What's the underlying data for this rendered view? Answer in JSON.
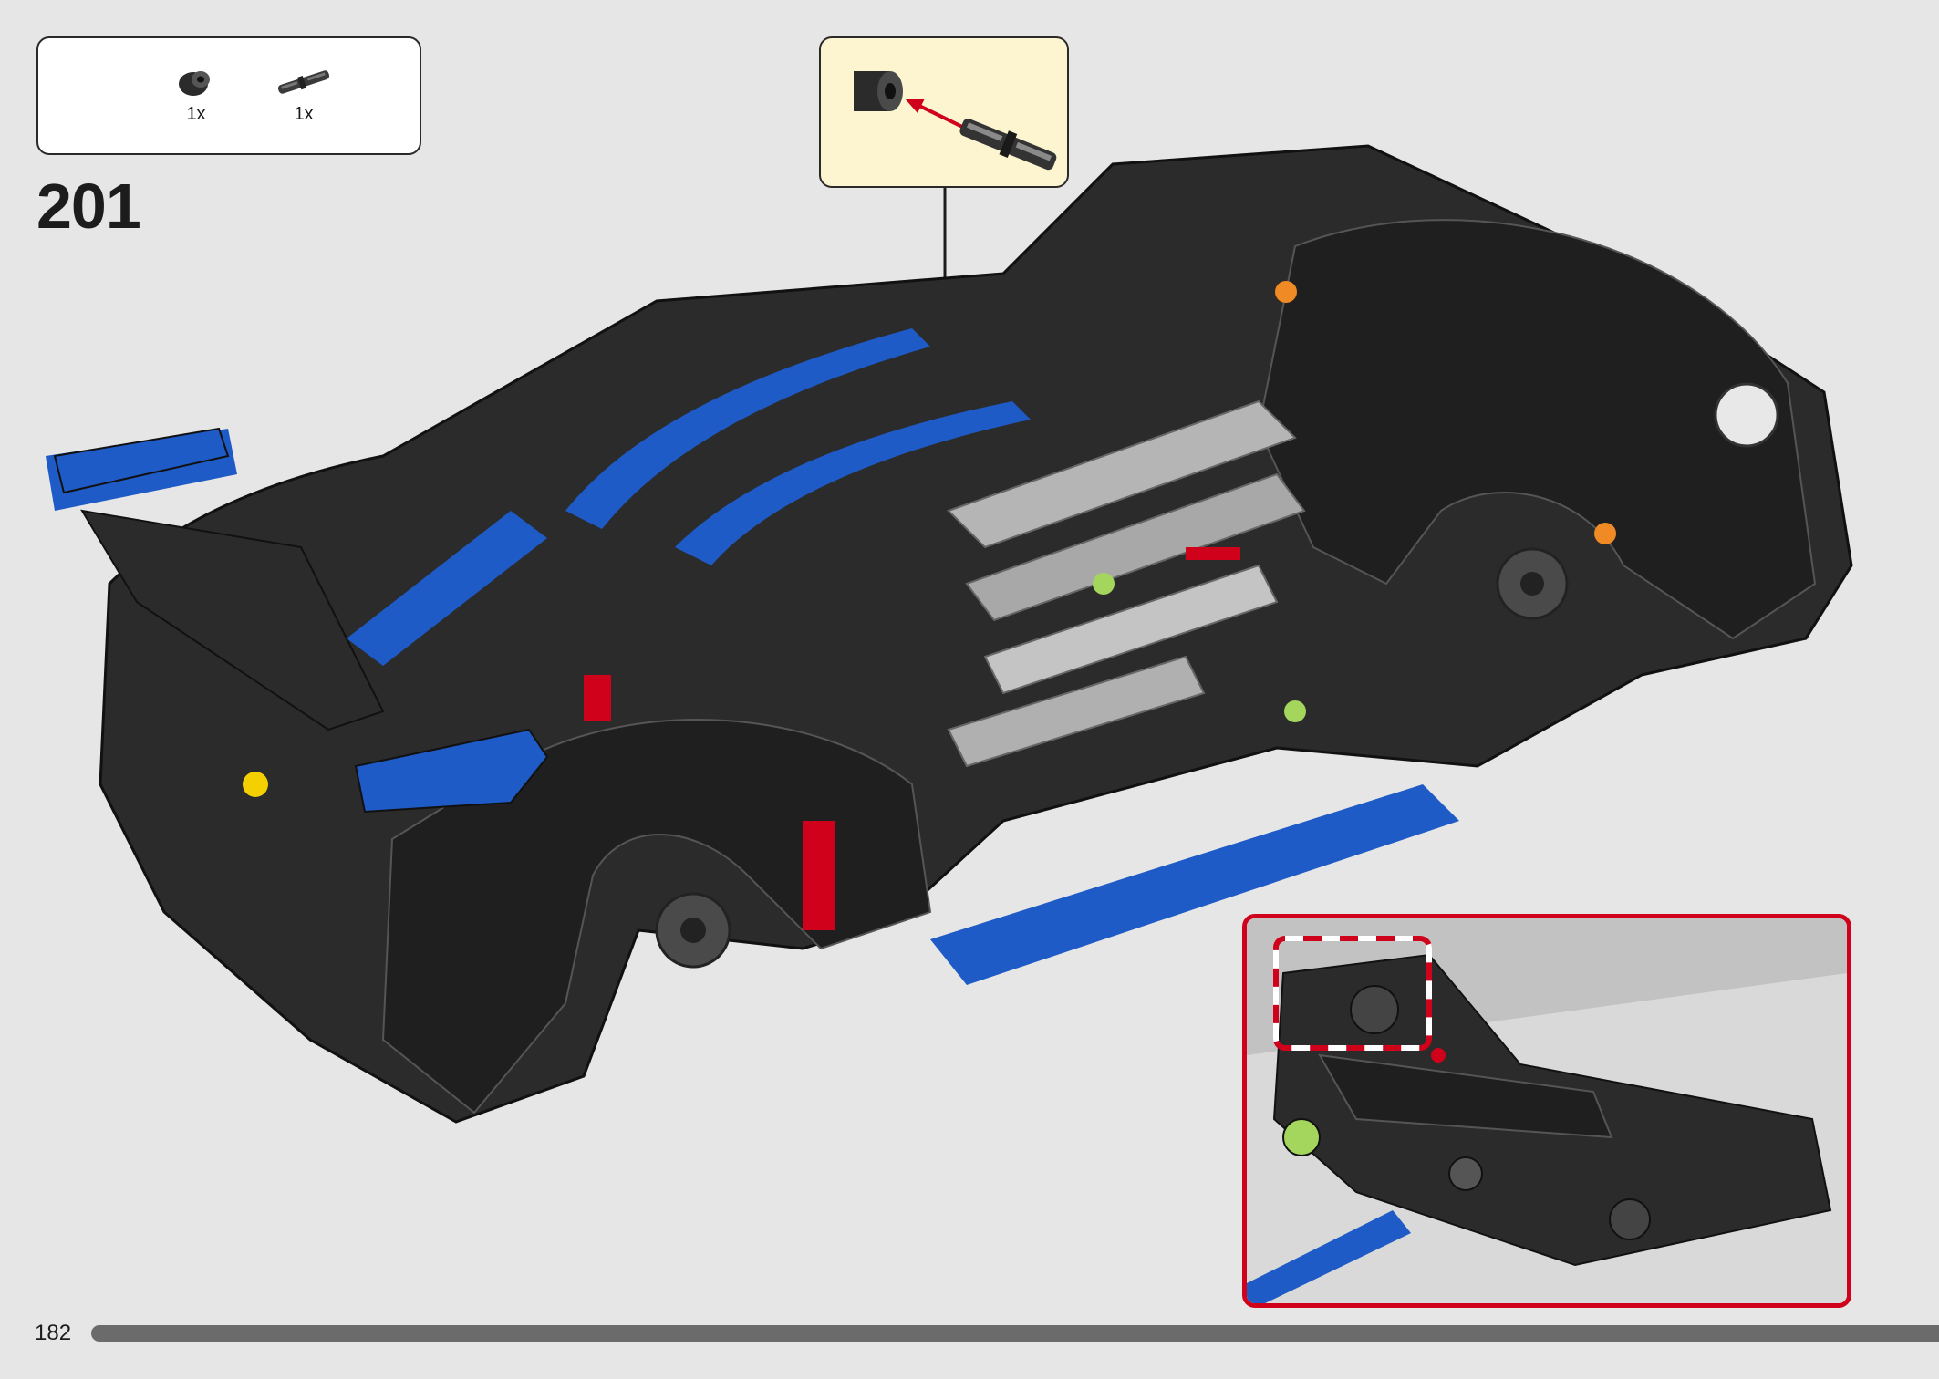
{
  "parts_list": {
    "items": [
      {
        "icon": "bush-icon",
        "qty": "1x"
      },
      {
        "icon": "axle-pin-icon",
        "qty": "1x"
      }
    ]
  },
  "step": {
    "number": "201"
  },
  "callout": {
    "arrow_color": "#d0021b"
  },
  "detail_view": {
    "border_color": "#d0021b"
  },
  "page": {
    "number": "182"
  },
  "colors": {
    "background": "#e6e6e6",
    "model_black": "#2b2b2b",
    "model_blue": "#1e5bc6",
    "accent_red": "#d0021b",
    "callout_bg": "#fdf5d0"
  }
}
